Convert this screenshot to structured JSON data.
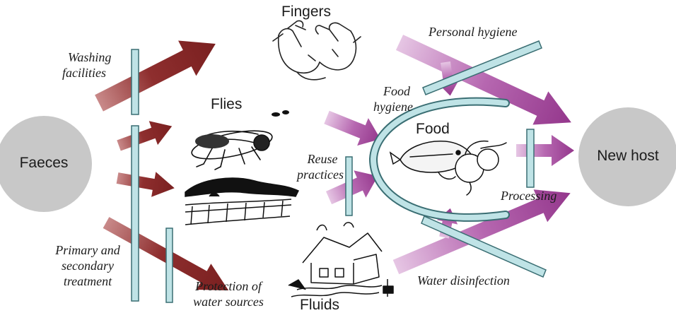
{
  "nodes": {
    "faeces": "Faeces",
    "new_host": "New host",
    "fingers": "Fingers",
    "flies": "Flies",
    "fields": "",
    "fluids": "Fluids",
    "food": "Food"
  },
  "barriers": {
    "washing_facilities_line1": "Washing",
    "washing_facilities_line2": "facilities",
    "personal_hygiene": "Personal hygiene",
    "food_hygiene_line1": "Food",
    "food_hygiene_line2": "hygiene",
    "reuse_practices_line1": "Reuse",
    "reuse_practices_line2": "practices",
    "processing": "Processing",
    "water_disinfection": "Water disinfection",
    "treatment_line1": "Primary and",
    "treatment_line2": "secondary",
    "treatment_line3": "treatment",
    "protection_line1": "Protection of",
    "protection_line2": "water sources"
  },
  "colors": {
    "source_arrow": "#8e2e2e",
    "transmission_arrow": "#a8489f",
    "barrier_bar": "#bfe3e6",
    "barrier_stroke": "#3a6e73",
    "node_circle": "#c8c8c8"
  },
  "icons": {
    "fingers": "hands-illustration",
    "flies": "fly-illustration",
    "fields": "field-landscape-illustration",
    "fluids": "house-water-illustration",
    "food": "food-produce-illustration"
  }
}
